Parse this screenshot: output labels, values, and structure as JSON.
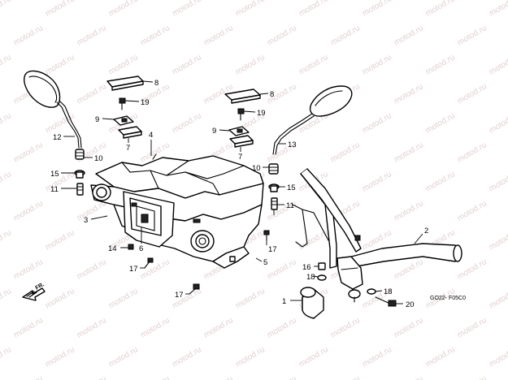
{
  "watermark": "motod.ru",
  "diagram_code": "GO22- F05C0",
  "direction_label": "FR.",
  "callouts": {
    "c1": "1",
    "c2": "2",
    "c3": "3",
    "c4": "4",
    "c5": "5",
    "c6": "6",
    "c7a": "7",
    "c7b": "7",
    "c8a": "8",
    "c8b": "8",
    "c9a": "9",
    "c9b": "9",
    "c10a": "10",
    "c10b": "10",
    "c11a": "11",
    "c11b": "11",
    "c12": "12",
    "c13": "13",
    "c14": "14",
    "c15a": "15",
    "c15b": "15",
    "c16": "16",
    "c17a": "17",
    "c17b": "17",
    "c17c": "17",
    "c18a": "18",
    "c18b": "18",
    "c19a": "19",
    "c19b": "19",
    "c20": "20"
  },
  "colors": {
    "line": "#000000",
    "watermark": "#c9a9a9",
    "background": "#ffffff"
  }
}
